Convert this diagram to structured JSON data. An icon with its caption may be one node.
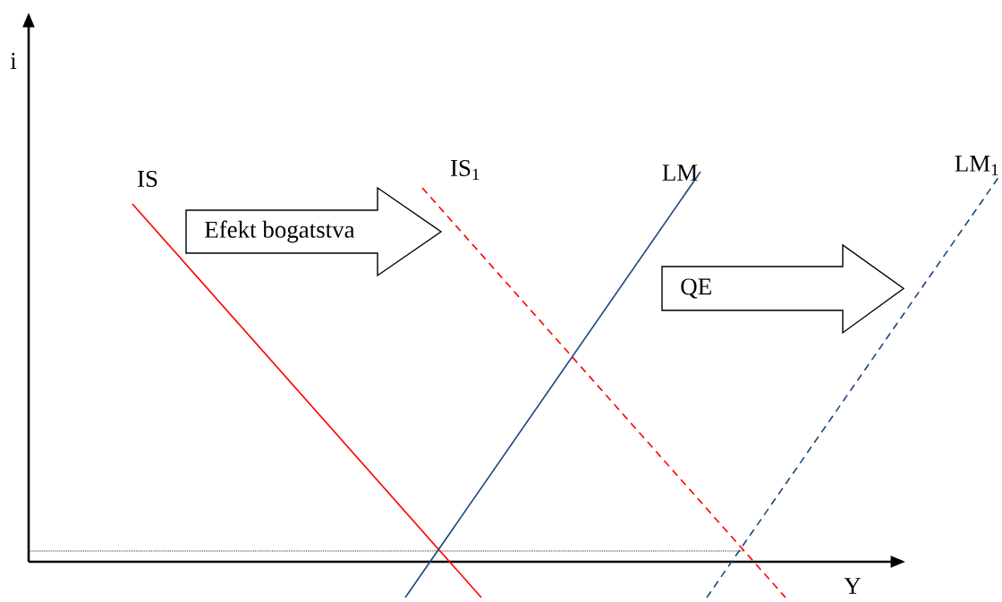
{
  "diagram": {
    "nodes": [
      {
        "text": [
          "Efekt bogatstva"
        ]
      },
      {
        "text": [
          "QE"
        ]
      }
    ],
    "labels": [
      "i",
      "IS",
      "IS$_{1}$",
      "LM",
      "LM$_{1}$",
      "Y"
    ]
  }
}
